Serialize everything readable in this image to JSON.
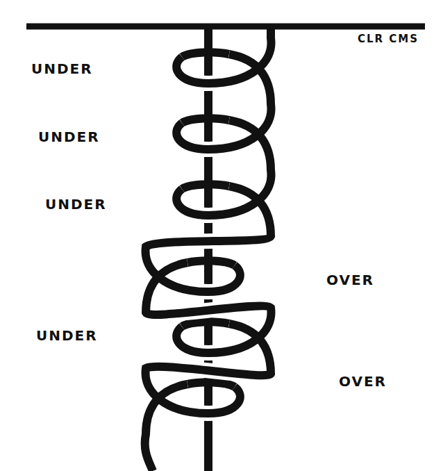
{
  "diagram": {
    "labels": [
      "CLR CMS",
      "UNDER",
      "UNDER",
      "UNDER",
      "OVER",
      "UNDER",
      "OVER"
    ]
  }
}
